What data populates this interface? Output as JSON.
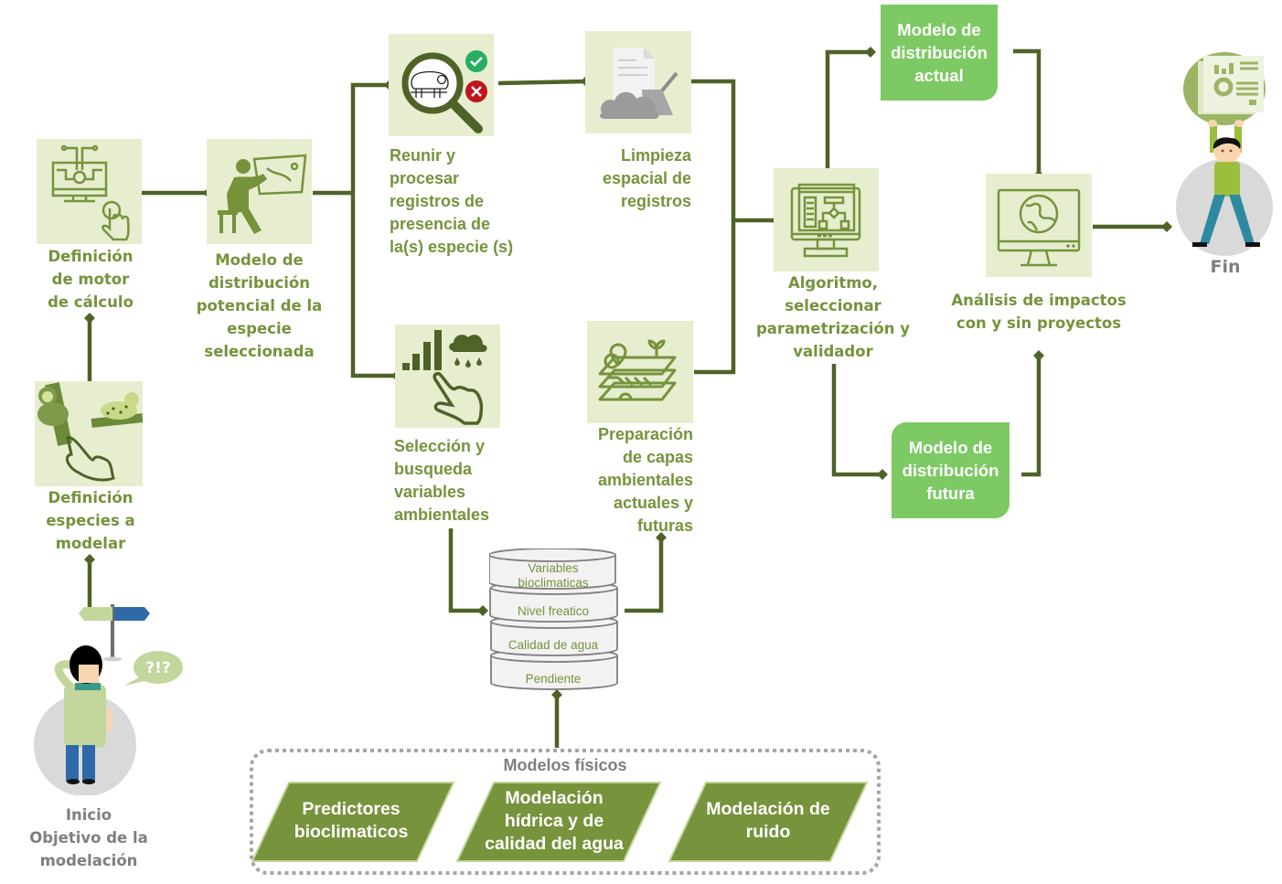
{
  "diagram": {
    "steps": {
      "inicio": {
        "label_lines": [
          "Inicio",
          "Objetivo de la",
          "modelación"
        ],
        "icon": "person-thinking-icon",
        "speech": "?!?"
      },
      "definicion_especies": {
        "label_lines": [
          "Definición",
          "especies a",
          "modelar"
        ],
        "icon": "animals-select-icon"
      },
      "definicion_motor": {
        "label_lines": [
          "Definición",
          "de motor",
          "de cálculo"
        ],
        "icon": "computer-gear-touch-icon"
      },
      "modelo_potencial": {
        "label_lines": [
          "Modelo de",
          "distribución",
          "potencial de la",
          "especie",
          "seleccionada"
        ],
        "icon": "person-drawing-map-icon"
      },
      "reunir_registros": {
        "label_lines": [
          "Reunir y",
          "procesar",
          "registros de",
          "presencia de",
          "la(s) especie (s)"
        ],
        "icon": "magnifier-sloth-icon"
      },
      "limpieza": {
        "label_lines": [
          "Limpieza",
          "espacial de",
          "registros"
        ],
        "icon": "broom-document-icon"
      },
      "seleccion_variables": {
        "label_lines": [
          "Selección y",
          "busqueda",
          "variables",
          "ambientales"
        ],
        "icon": "chart-rain-touch-icon"
      },
      "preparacion_capas": {
        "label_lines": [
          "Preparación",
          "de capas",
          "ambientales",
          "actuales y",
          "futuras"
        ],
        "icon": "map-layers-icon"
      },
      "algoritmo": {
        "label_lines": [
          "Algoritmo,",
          "seleccionar",
          "parametrización y",
          "validador"
        ],
        "icon": "computer-flowchart-icon"
      },
      "modelo_actual": {
        "label_lines": [
          "Modelo de",
          "distribución",
          "actual"
        ]
      },
      "modelo_futura": {
        "label_lines": [
          "Modelo de",
          "distribución",
          "futura"
        ]
      },
      "analisis_impactos": {
        "label_lines": [
          "Análisis de impactos",
          "con y sin proyectos"
        ],
        "icon": "computer-globe-icon"
      },
      "fin": {
        "label": "Fin",
        "icon": "person-holding-report-icon"
      }
    },
    "database": {
      "layers": [
        "Variables bioclimaticas",
        "Nivel freatico",
        "Calidad de agua",
        "Pendiente"
      ]
    },
    "modelos_fisicos": {
      "title": "Modelos físicos",
      "items": [
        {
          "label_lines": [
            "Predictores",
            "bioclimaticos"
          ]
        },
        {
          "label_lines": [
            "Modelación",
            "hídrica y de",
            "calidad del agua"
          ]
        },
        {
          "label_lines": [
            "Modelación de",
            "ruido"
          ]
        }
      ]
    },
    "colors": {
      "connector": "#4f6228",
      "label_green": "#76933c",
      "icon_bg": "#e6eecf",
      "model_box": "#7dc964",
      "parallelogram": "#77933c",
      "gray_text": "#7f7f7f"
    }
  }
}
